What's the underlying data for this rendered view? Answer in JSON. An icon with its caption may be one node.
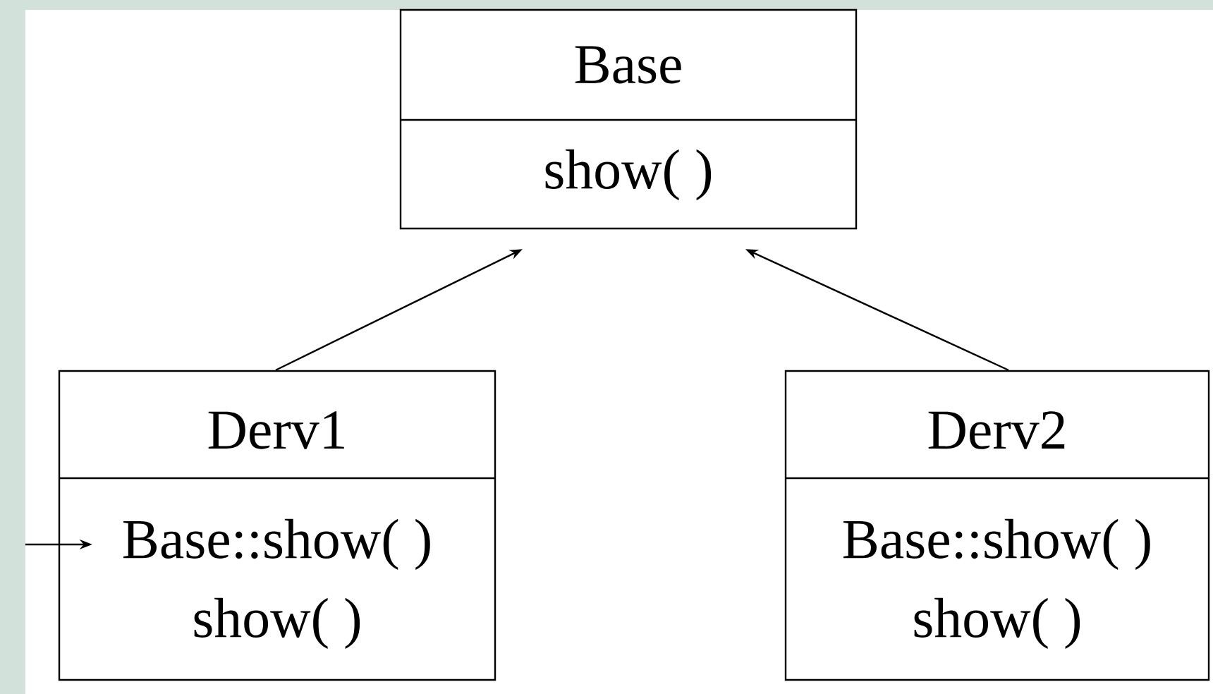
{
  "diagram": {
    "nodes": [
      {
        "text": [
          "Base",
          "show( )"
        ]
      },
      {
        "text": [
          "Derv1",
          "Base::show( )",
          "show( )"
        ]
      },
      {
        "text": [
          "Derv2",
          "Base::show( )",
          "show( )"
        ]
      }
    ],
    "edges": [
      {
        "from": 1,
        "to": 0,
        "arrow": "to"
      },
      {
        "from": 2,
        "to": 0,
        "arrow": "to"
      },
      {
        "from": null,
        "to": 1,
        "arrow": "to"
      }
    ]
  }
}
